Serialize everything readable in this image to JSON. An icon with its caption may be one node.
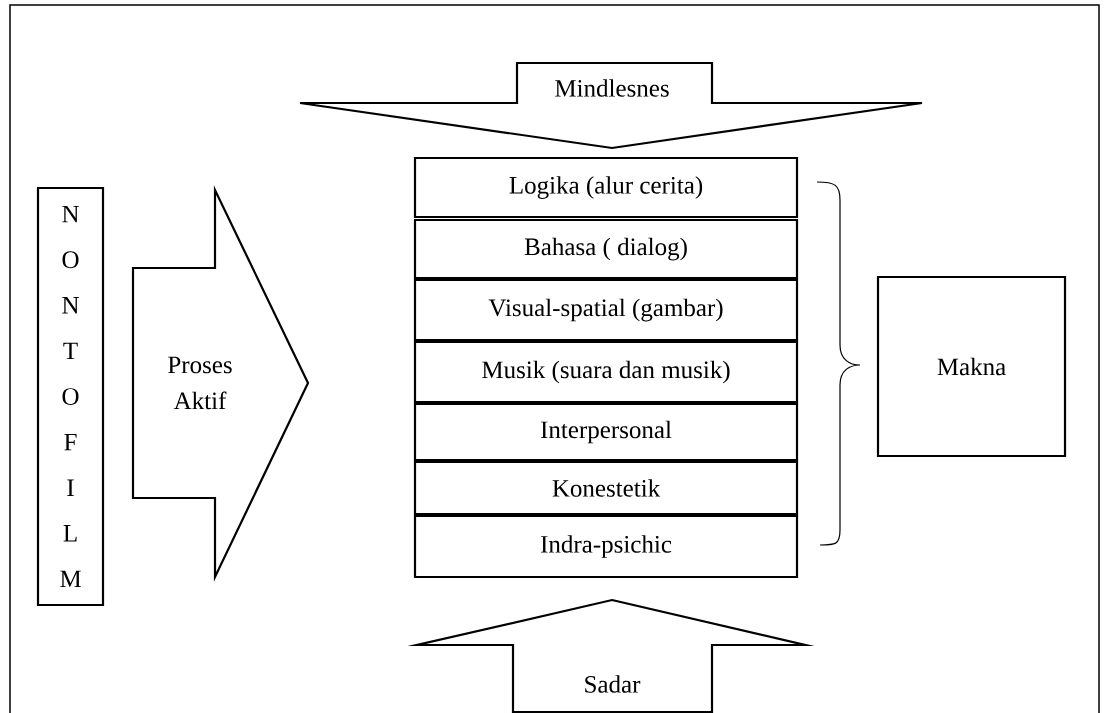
{
  "diagram": {
    "nodes": [
      {
        "text": [
          "Mindlesnes"
        ]
      },
      {
        "text": [
          "N O N T O F I L M"
        ]
      },
      {
        "text": [
          "Proses Aktif"
        ]
      },
      {
        "text": [
          "Logika (alur cerita)"
        ]
      },
      {
        "text": [
          "Bahasa ( dialog)"
        ]
      },
      {
        "text": [
          "Visual-spatial  (gambar)"
        ]
      },
      {
        "text": [
          "Musik (suara dan musik)"
        ]
      },
      {
        "text": [
          "Interpersonal"
        ]
      },
      {
        "text": [
          "Konestetik"
        ]
      },
      {
        "text": [
          "Indra-psichic"
        ]
      },
      {
        "text": [
          "Makna"
        ]
      },
      {
        "text": [
          "Sadar"
        ]
      }
    ]
  }
}
